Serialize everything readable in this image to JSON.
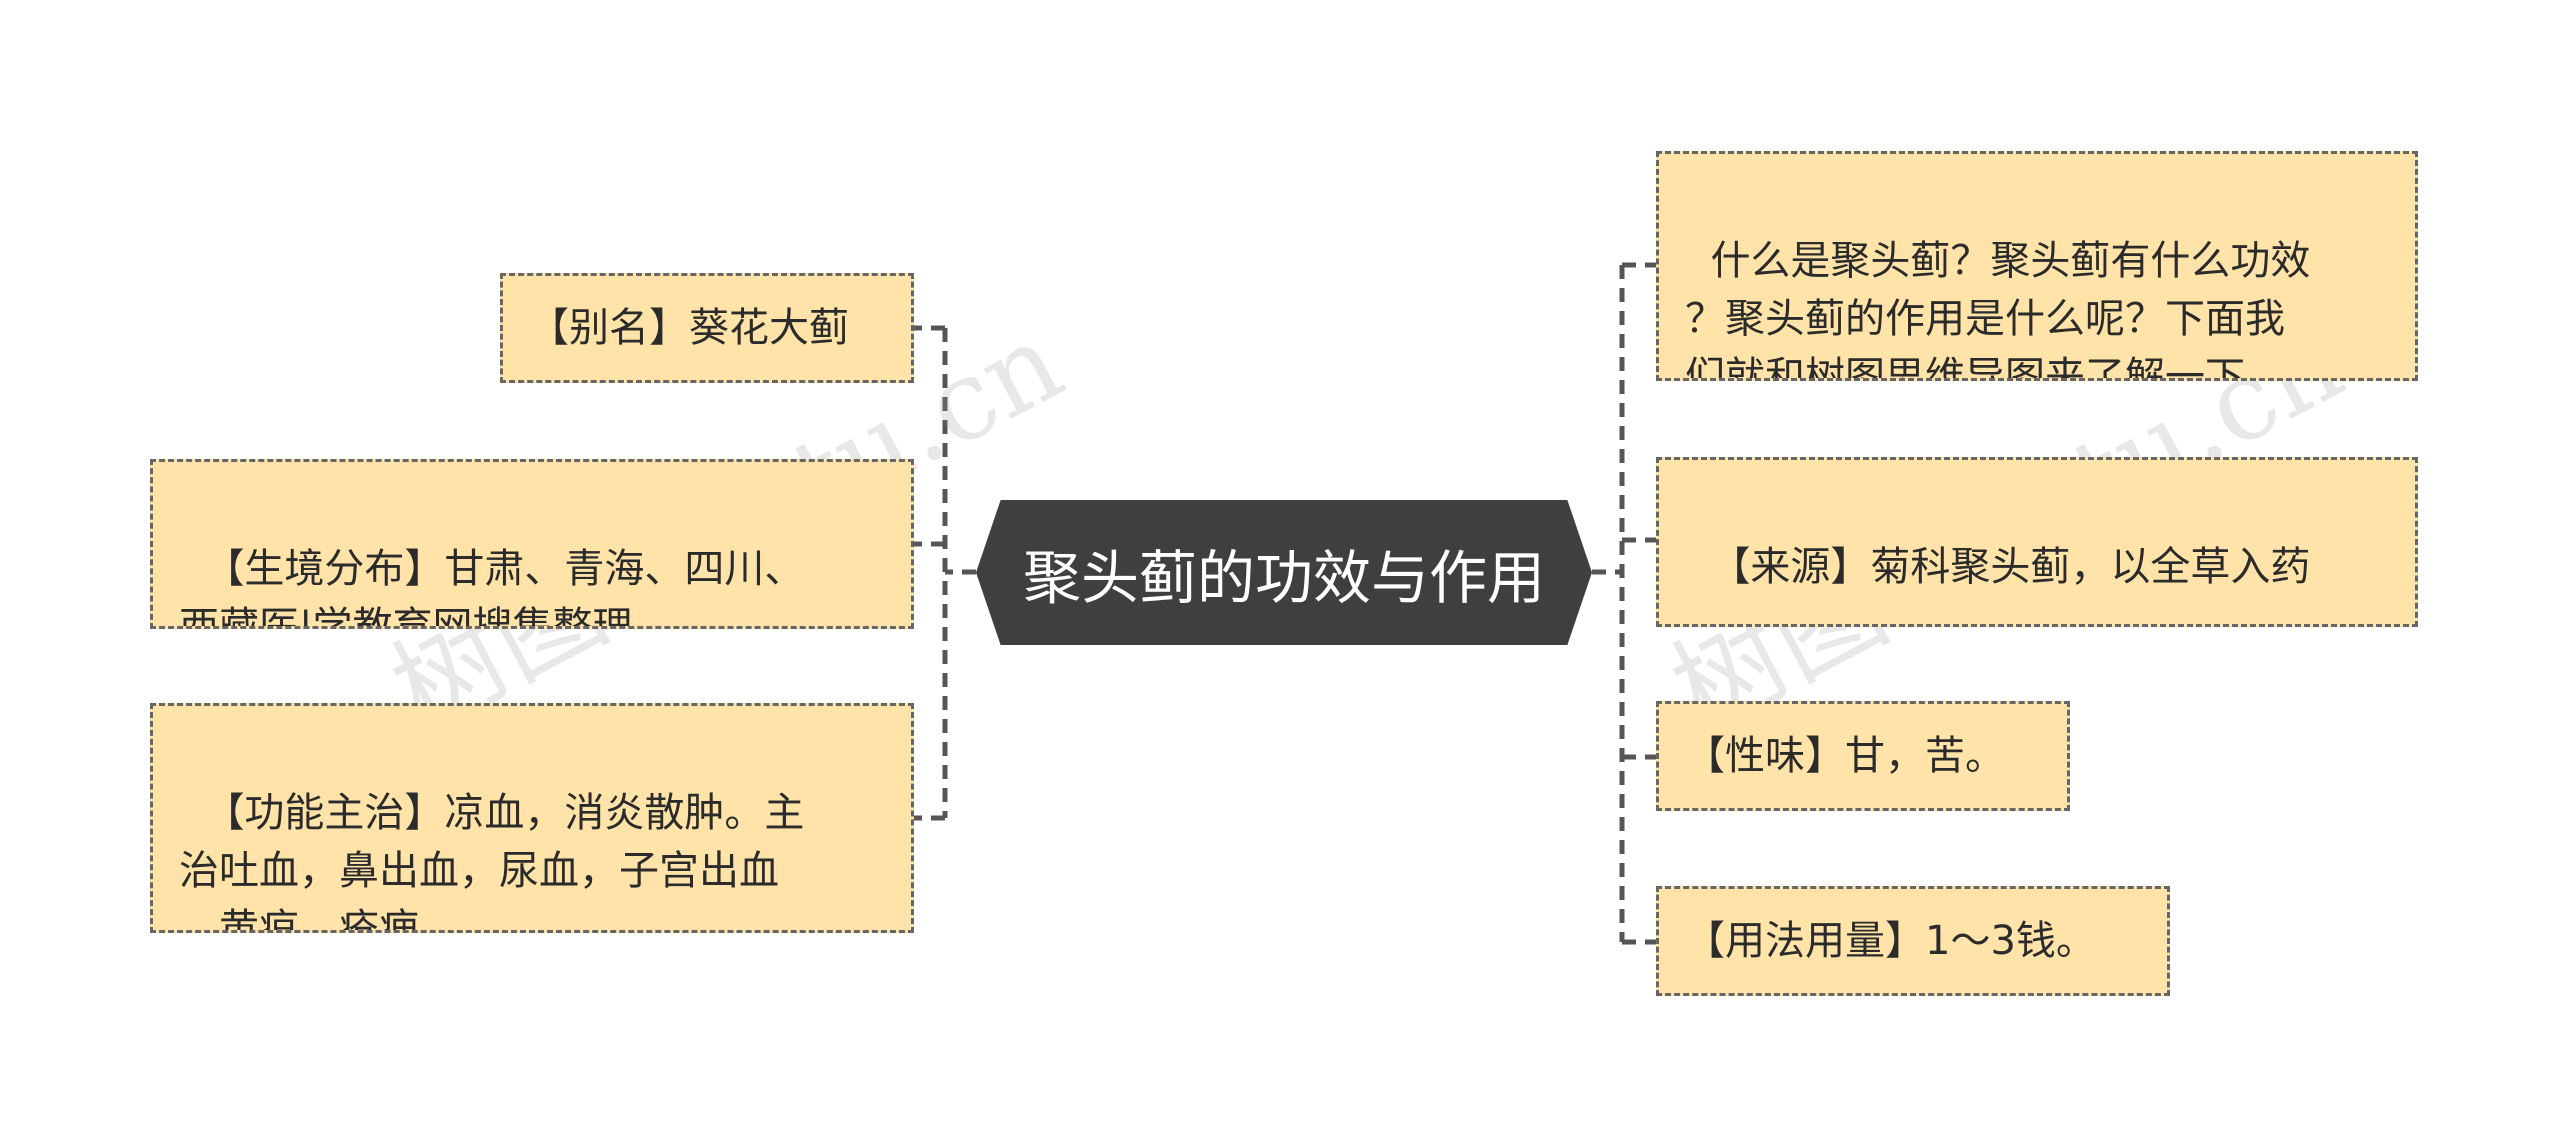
{
  "central_topic": "聚头蓟的功效与作用",
  "left_branches": [
    {
      "text": "【别名】葵花大蓟"
    },
    {
      "text": "【生境分布】甘肃、青海、四川、\n西藏医|学教育网搜集整理。"
    },
    {
      "text": "【功能主治】凉血，消炎散肿。主\n治吐血，鼻出血，尿血，子宫出血\n，黄疸，疮痈。"
    }
  ],
  "right_branches": [
    {
      "text": "什么是聚头蓟？聚头蓟有什么功效\n？聚头蓟的作用是什么呢？下面我\n们就和树图思维导图来了解一下。"
    },
    {
      "text": "【来源】菊科聚头蓟，以全草入药\n。"
    },
    {
      "text": "【性味】甘，苦。"
    },
    {
      "text": "【用法用量】1～3钱。"
    }
  ],
  "watermarks": [
    "树图 shutu.cn",
    "树图 shutu.cn"
  ],
  "colors": {
    "node_fill": "#ffe3a8",
    "node_border": "#666666",
    "central_fill": "#3f3f3f",
    "central_text": "#ffffff",
    "connector": "#555555"
  }
}
